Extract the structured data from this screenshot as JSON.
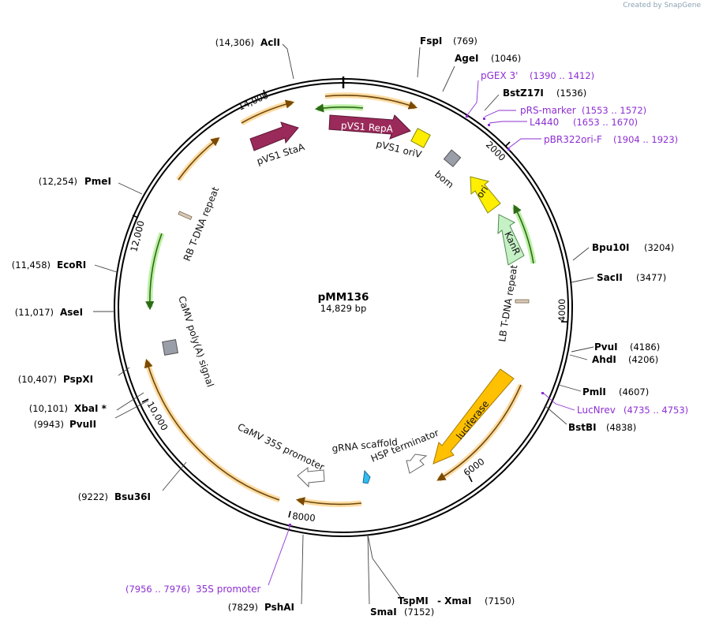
{
  "credit": {
    "prefix": "Created by",
    "brand": "SnapGene"
  },
  "plasmid": {
    "name": "pMM136",
    "length_label": "14,829 bp"
  },
  "ticks": [
    "2000",
    "4000",
    "6000",
    "8000",
    "10,000",
    "12,000",
    "14,000"
  ],
  "sites": [
    {
      "name": "AclI",
      "pos": "(14,306)"
    },
    {
      "name": "FspI",
      "pos": "(769)"
    },
    {
      "name": "AgeI",
      "pos": "(1046)"
    },
    {
      "name": "BstZ17I",
      "pos": "(1536)"
    },
    {
      "name": "Bpu10I",
      "pos": "(3204)"
    },
    {
      "name": "SacII",
      "pos": "(3477)"
    },
    {
      "name": "PvuI",
      "pos": "(4186)"
    },
    {
      "name": "AhdI",
      "pos": "(4206)"
    },
    {
      "name": "PmlI",
      "pos": "(4607)"
    },
    {
      "name": "BstBI",
      "pos": "(4838)"
    },
    {
      "name": "TspMI",
      "pos": ""
    },
    {
      "name": "- XmaI",
      "pos": "(7150)"
    },
    {
      "name": "SmaI",
      "pos": "(7152)"
    },
    {
      "name": "PshAI",
      "pos": "(7829)"
    },
    {
      "name": "Bsu36I",
      "pos": "(9222)"
    },
    {
      "name": "PvuII",
      "pos": "(9943)"
    },
    {
      "name": "XbaI *",
      "pos": "(10,101)"
    },
    {
      "name": "PspXI",
      "pos": "(10,407)"
    },
    {
      "name": "AseI",
      "pos": "(11,017)"
    },
    {
      "name": "EcoRI",
      "pos": "(11,458)"
    },
    {
      "name": "PmeI",
      "pos": "(12,254)"
    }
  ],
  "primers": [
    {
      "name": "pGEX 3'",
      "range": "(1390 .. 1412)"
    },
    {
      "name": "pRS-marker",
      "range": "(1553 .. 1572)"
    },
    {
      "name": "L4440",
      "range": "(1653 .. 1670)"
    },
    {
      "name": "pBR322ori-F",
      "range": "(1904 .. 1923)"
    },
    {
      "name": "LucNrev",
      "range": "(4735 .. 4753)"
    },
    {
      "name": "35S promoter",
      "range": "(7956 .. 7976)"
    }
  ],
  "features": [
    {
      "name": "pVS1 RepA",
      "color": "#9a2a5a"
    },
    {
      "name": "pVS1 StaA",
      "color": "#9a2a5a"
    },
    {
      "name": "pVS1 oriV",
      "color": "#ffee00"
    },
    {
      "name": "bom",
      "color": "#9a9ea8"
    },
    {
      "name": "ori",
      "color": "#ffee00"
    },
    {
      "name": "KanR",
      "color": "#c6f0c6"
    },
    {
      "name": "LB T-DNA repeat",
      "color": "#d8c9b4"
    },
    {
      "name": "luciferase",
      "color": "#ffc000"
    },
    {
      "name": "HSP terminator",
      "color": "#ffffff"
    },
    {
      "name": "gRNA scaffold",
      "color": "#33bbee"
    },
    {
      "name": "CaMV 35S promoter",
      "color": "#ffffff"
    },
    {
      "name": "CaMV poly(A) signal",
      "color": "#9a9ea8"
    },
    {
      "name": "RB T-DNA repeat",
      "color": "#d8c9b4"
    }
  ]
}
